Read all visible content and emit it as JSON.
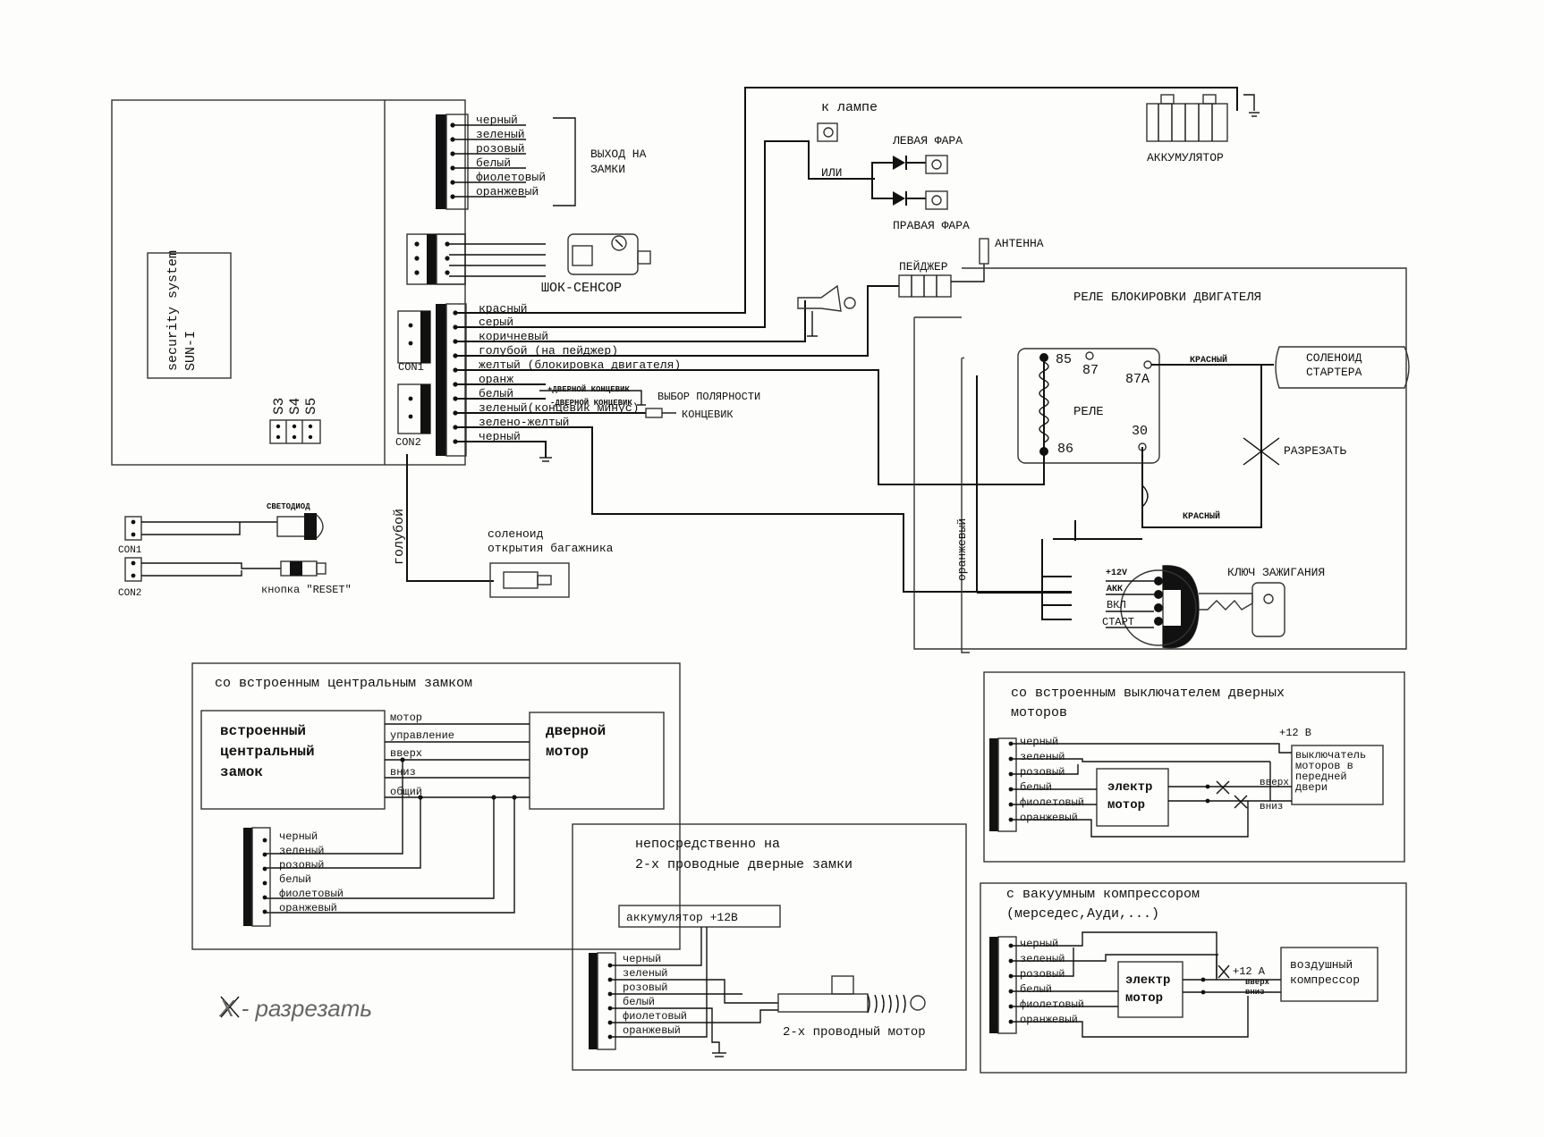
{
  "main_unit": {
    "label_line1": "security system",
    "label_line2": "SUN-I",
    "switches": [
      "S3",
      "S4",
      "S5"
    ],
    "con1": "CON1",
    "con2": "CON2"
  },
  "lock_output": {
    "wires": [
      "черный",
      "зеленый",
      "розовый",
      "белый",
      "фиолетовый",
      "оранжевый"
    ],
    "title_line1": "ВЫХОД НА",
    "title_line2": "ЗАМКИ"
  },
  "shock_sensor": {
    "label": "ШОК-СЕНСОР"
  },
  "main_harness": {
    "wires": [
      "красный",
      "серый",
      "коричневый",
      "голубой (на пейджер)",
      "желтый (блокировка двигателя)",
      "оранж",
      "белый",
      "зеленый(концевик минус)",
      "зелено-желтый",
      "черный"
    ],
    "door_switch_plus": "+ДВЕРНОЙ КОНЦЕВИК",
    "door_switch_minus": "-ДВЕРНОЙ КОНЦЕВИК",
    "polarity": "ВЫБОР ПОЛЯРНОСТИ",
    "switch": "КОНЦЕВИК"
  },
  "lamps": {
    "to_lamp": "к лампе",
    "or": "ИЛИ",
    "left": "ЛЕВАЯ ФАРА",
    "right": "ПРАВАЯ ФАРА"
  },
  "battery": {
    "label": "АККУМУЛЯТОР"
  },
  "pager": {
    "label": "ПЕЙДЖЕР",
    "antenna": "АНТЕННА"
  },
  "relay_block": {
    "title": "РЕЛЕ БЛОКИРОВКИ ДВИГАТЕЛЯ",
    "relay": "РЕЛЕ",
    "pin85": "85",
    "pin87": "87",
    "pin87a": "87A",
    "pin86": "86",
    "pin30": "30",
    "red1": "КРАСНЫЙ",
    "red2": "КРАСНЫЙ",
    "solenoid_line1": "СОЛЕНОИД",
    "solenoid_line2": "СТАРТЕРА",
    "cut": "РАЗРЕЗАТЬ",
    "orange": "оранжевый",
    "ignition": "КЛЮЧ ЗАЖИГАНИЯ",
    "pins": [
      "+12V",
      "АКК",
      "ВКЛ",
      "СТАРТ"
    ]
  },
  "blue_wire": "голубой",
  "trunk": {
    "line1": "соленоид",
    "line2": "открытия багажника"
  },
  "small_cons": {
    "con1": "CON1",
    "con2": "CON2",
    "led": "СВЕТОДИОД",
    "reset": "кнопка \"RESET\""
  },
  "central_lock_box": {
    "title": "со встроенным центральным замком",
    "builtin_line1": "встроенный",
    "builtin_line2": "центральный",
    "builtin_line3": "замок",
    "signals": [
      "мотор",
      "управление",
      "вверх",
      "вниз",
      "общий"
    ],
    "motor_line1": "дверной",
    "motor_line2": "мотор",
    "wires": [
      "черный",
      "зеленый",
      "розовый",
      "белый",
      "фиолетовый",
      "оранжевый"
    ]
  },
  "direct_box": {
    "title_line1": "непосредственно на",
    "title_line2": "2-х проводные дверные замки",
    "battery": "аккумулятор +12В",
    "motor": "2-х проводный мотор",
    "wires": [
      "черный",
      "зеленый",
      "розовый",
      "белый",
      "фиолетовый",
      "оранжевый"
    ]
  },
  "switch_box": {
    "title_line1": "со встроенным выключателем дверных",
    "title_line2": "моторов",
    "plus12": "+12 В",
    "motor_line1": "электр",
    "motor_line2": "мотор",
    "up": "вверх",
    "down": "вниз",
    "switch_line1": "выключатель",
    "switch_line2": "моторов в",
    "switch_line3": "передней",
    "switch_line4": "двери",
    "wires": [
      "черный",
      "зеленый",
      "розовый",
      "белый",
      "фиолетовый",
      "оранжевый"
    ]
  },
  "vacuum_box": {
    "title_line1": "с вакуумным компрессором",
    "title_line2": "(мерседес,Ауди,...)",
    "plus12": "+12 А",
    "up": "вверх",
    "down": "вниз",
    "motor_line1": "электр",
    "motor_line2": "мотор",
    "comp_line1": "воздушный",
    "comp_line2": "компрессор",
    "wires": [
      "черный",
      "зеленый",
      "розовый",
      "белый",
      "фиолетовый",
      "оранжевый"
    ]
  },
  "legend": "Х - разрезать"
}
